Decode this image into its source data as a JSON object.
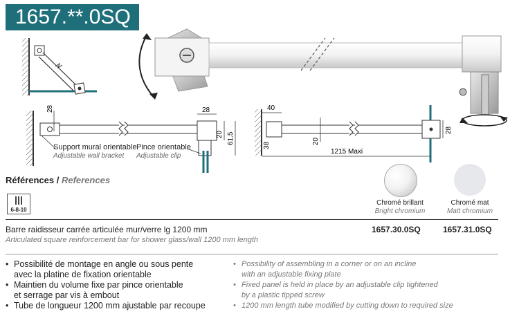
{
  "product_code": "1657.**.0SQ",
  "drawing": {
    "dim_28_a": "28",
    "dim_28_b": "28",
    "dim_20_a": "20",
    "dim_615": "61.5",
    "dim_40": "40",
    "dim_38": "38",
    "dim_20_b": "20",
    "dim_1215": "1215 Maxi",
    "dim_28_c": "28"
  },
  "labels": {
    "wall_bracket_fr": "Support mural orientable",
    "wall_bracket_en": "Adjustable wall bracket",
    "clip_fr": "Pince orientable",
    "clip_en": "Adjustable clip"
  },
  "references": {
    "heading_fr": "Références",
    "separator": " / ",
    "heading_en": "References",
    "glass_thickness": "6-8-10"
  },
  "finishes": [
    {
      "name_fr": "Chromé brillant",
      "name_en": "Bright chromium"
    },
    {
      "name_fr": "Chromé mat",
      "name_en": "Matt chromium"
    }
  ],
  "product": {
    "desc_fr": "Barre raidisseur carrée articulée mur/verre lg 1200 mm",
    "desc_en": "Articulated square reinforcement bar for shower glass/wall 1200 mm length",
    "code_bright": "1657.30.0SQ",
    "code_matt": "1657.31.0SQ"
  },
  "features_fr": [
    "Possibilité de montage en angle ou sous pente",
    "avec la platine de fixation orientable",
    "Maintien du volume fixe par pince orientable",
    "et serrage par vis à embout",
    "Tube de longueur 1200 mm ajustable par recoupe"
  ],
  "features_en": [
    "Possibility of assembling in a corner or on an incline",
    "with an adjustable fixing plate",
    "Fixed panel is held in place by an adjustable clip tightened",
    "by a plastic tipped screw",
    "1200 mm length tube modified by cutting down to required size"
  ]
}
